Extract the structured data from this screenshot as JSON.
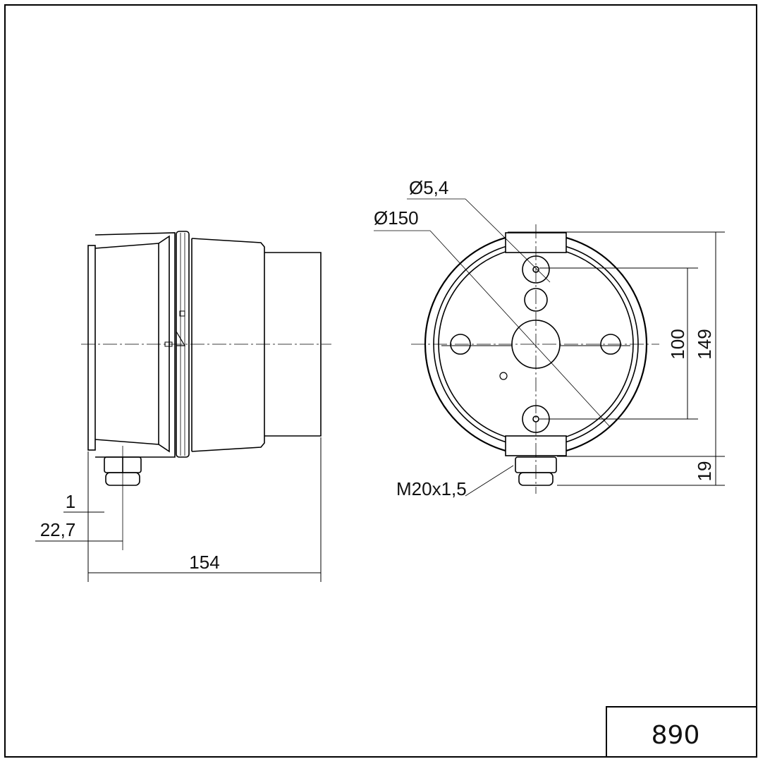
{
  "drawing": {
    "title_block": {
      "number": "890"
    },
    "side_view": {
      "dimensions": {
        "flange_offset": "1",
        "gland_offset": "22,7",
        "overall_length": "154"
      }
    },
    "front_view": {
      "dimensions": {
        "hole_diameter": "Ø5,4",
        "housing_diameter": "Ø150",
        "hole_spacing": "100",
        "overall_height": "149",
        "gland_height": "19",
        "gland_thread": "M20x1,5"
      }
    }
  }
}
